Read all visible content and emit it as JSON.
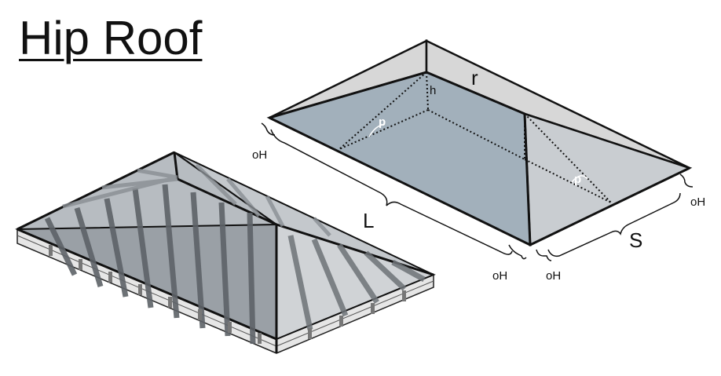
{
  "title": "Hip Roof",
  "labels": {
    "ridge": "r",
    "height": "h",
    "pitch_side": "p",
    "pitch_end": "p",
    "length": "L",
    "span": "S",
    "overhang_left": "oH",
    "overhang_front_left": "oH",
    "overhang_front_right": "oH",
    "overhang_right": "oH"
  },
  "colors": {
    "roof_face": "#a2b0bb",
    "roof_end": "#c9cdd1",
    "roof_back": "#d7d7d7",
    "outline": "#111111"
  }
}
